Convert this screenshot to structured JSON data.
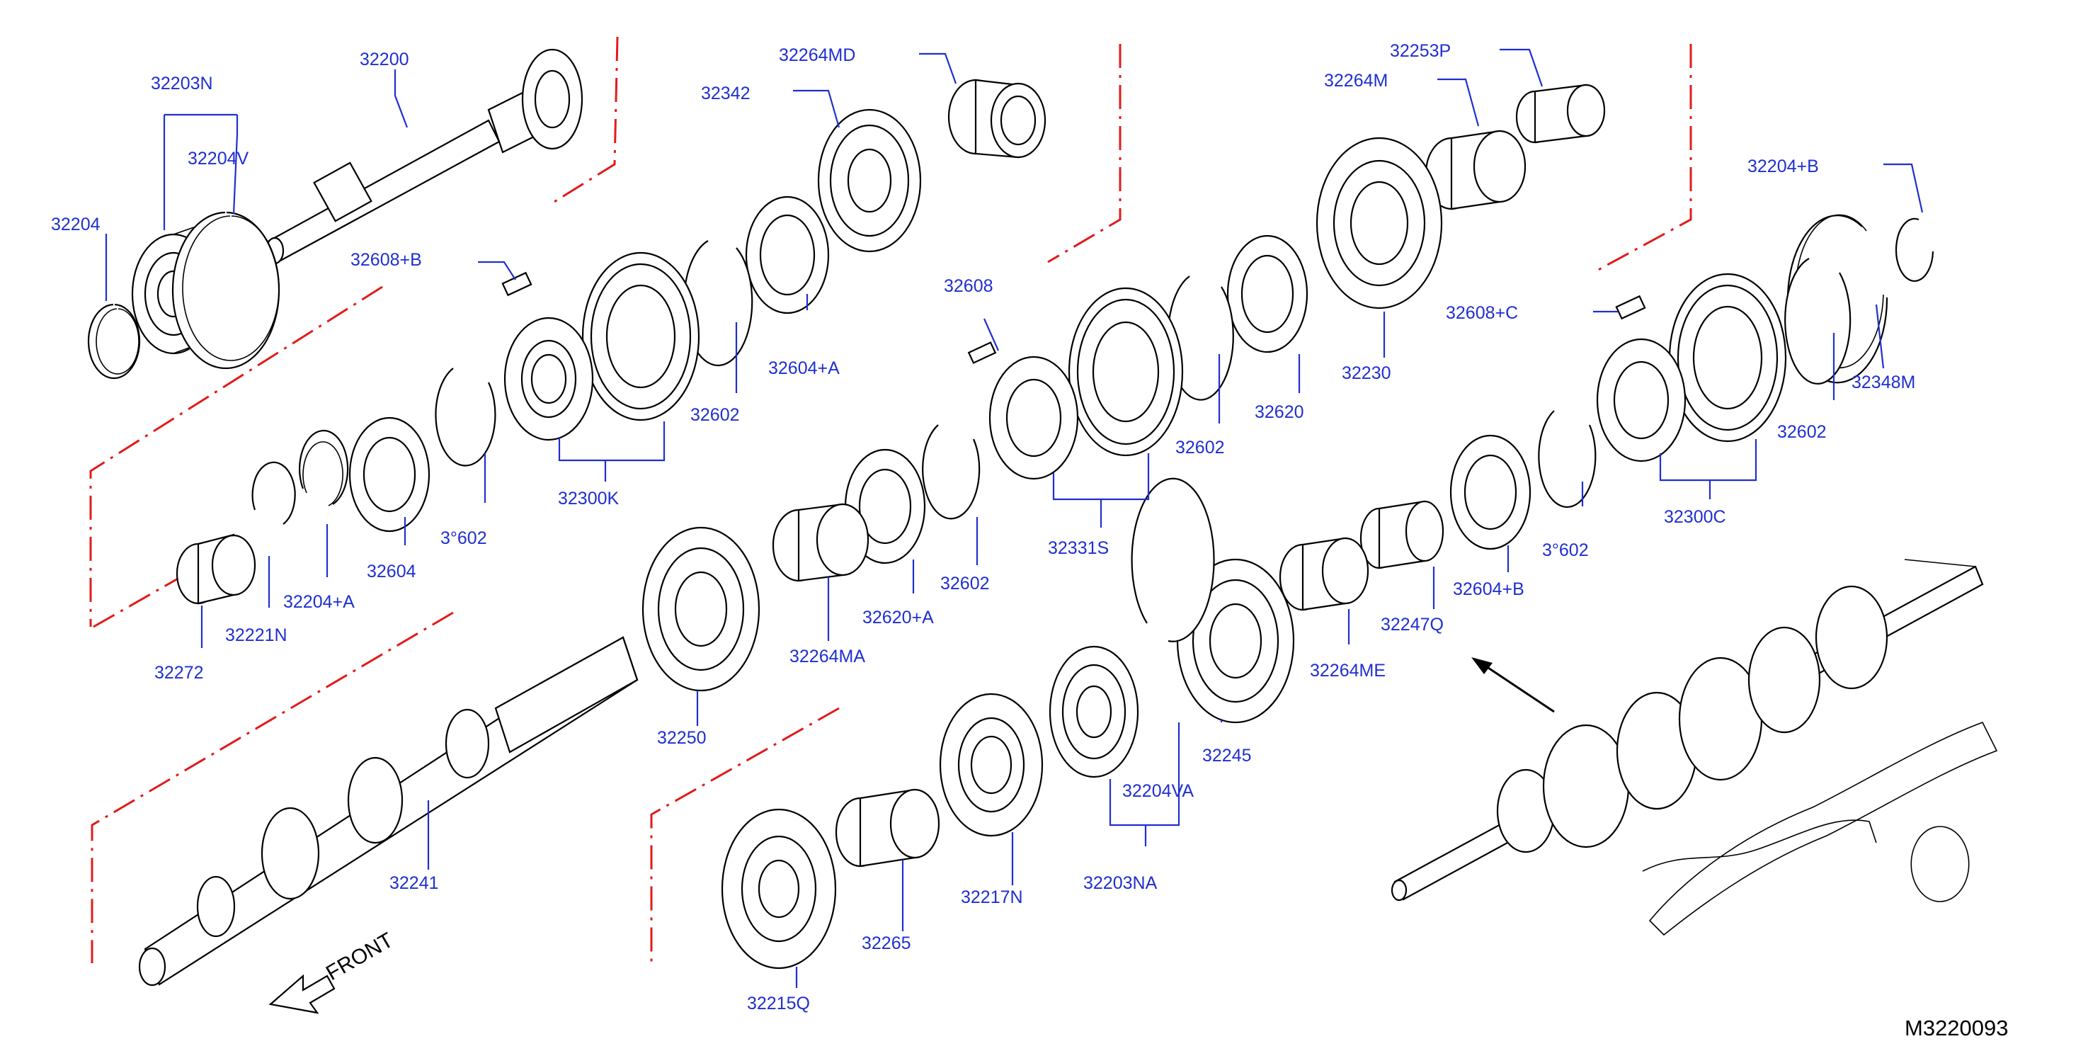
{
  "labels": {
    "p32200": "32200",
    "p32203N": "32203N",
    "p32204V": "32204V",
    "p32204": "32204",
    "p32608B": "32608+B",
    "p32264MD": "32264MD",
    "p32342": "32342",
    "p32602a": "32602",
    "p32604A": "32604+A",
    "p32300K": "32300K",
    "p3b602": "3°602",
    "p32604": "32604",
    "p32204A": "32204+A",
    "p32221N": "32221N",
    "p32272": "32272",
    "p32608": "32608",
    "p32253P": "32253P",
    "p32264M": "32264M",
    "p32230": "32230",
    "p32620": "32620",
    "p32602b": "32602",
    "p32331S": "32331S",
    "p32602c": "32602",
    "p32620A": "32620+A",
    "p32264MA": "32264MA",
    "p32250": "32250",
    "p32204B": "32204+B",
    "p32608C": "32608+C",
    "p32348M": "32348M",
    "p32602d": "32602",
    "p32300C": "32300C",
    "p32602e": "3°602",
    "p32604B": "32604+B",
    "p32247Q": "32247Q",
    "p32264ME": "32264ME",
    "p32245": "32245",
    "p32204VA": "32204VA",
    "p32203NA": "32203NA",
    "p32217N": "32217N",
    "p32265": "32265",
    "p32215Q": "32215Q",
    "p32241": "32241"
  },
  "front_label": "FRONT",
  "diagram_code": "M3220093",
  "colors": {
    "label": "#1f2fd0",
    "phantom_line": "#e21b1b",
    "part_outline": "#000000"
  }
}
